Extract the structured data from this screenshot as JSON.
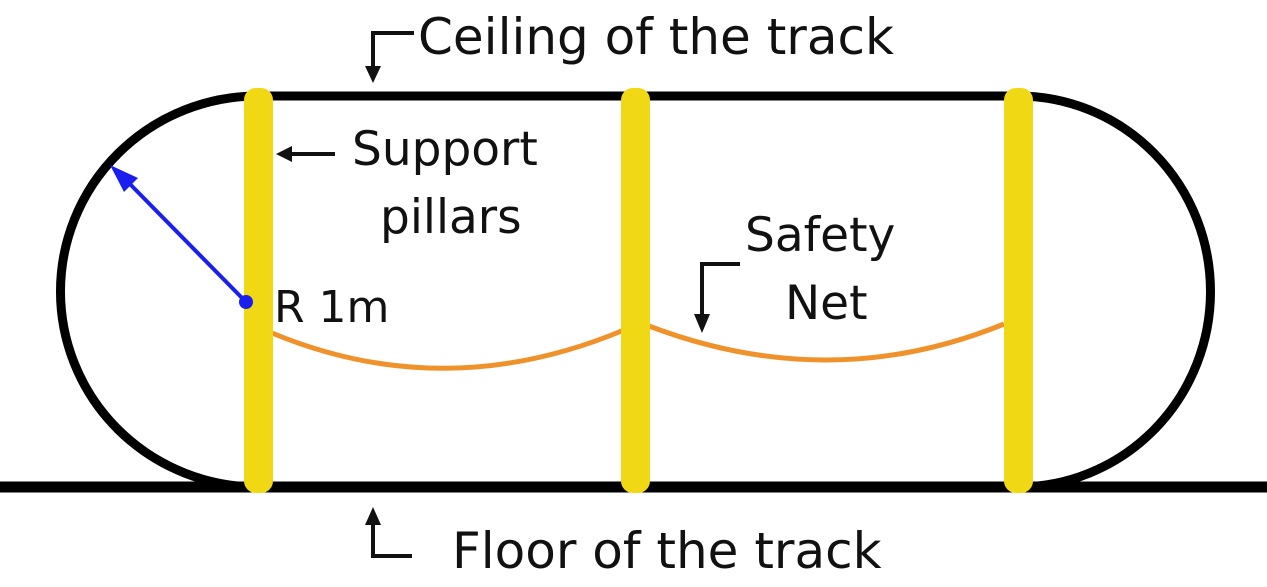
{
  "labels": {
    "ceiling": "Ceiling of the track",
    "floor": "Floor of the track",
    "pillars_line1": "Support",
    "pillars_line2": "pillars",
    "net_line1": "Safety",
    "net_line2": "Net",
    "radius": "R 1m"
  },
  "colors": {
    "track": "#000000",
    "pillar": "#f1d814",
    "net": "#f0922b",
    "radius": "#1a1ff0",
    "text": "#111111",
    "background": "#ffffff"
  }
}
